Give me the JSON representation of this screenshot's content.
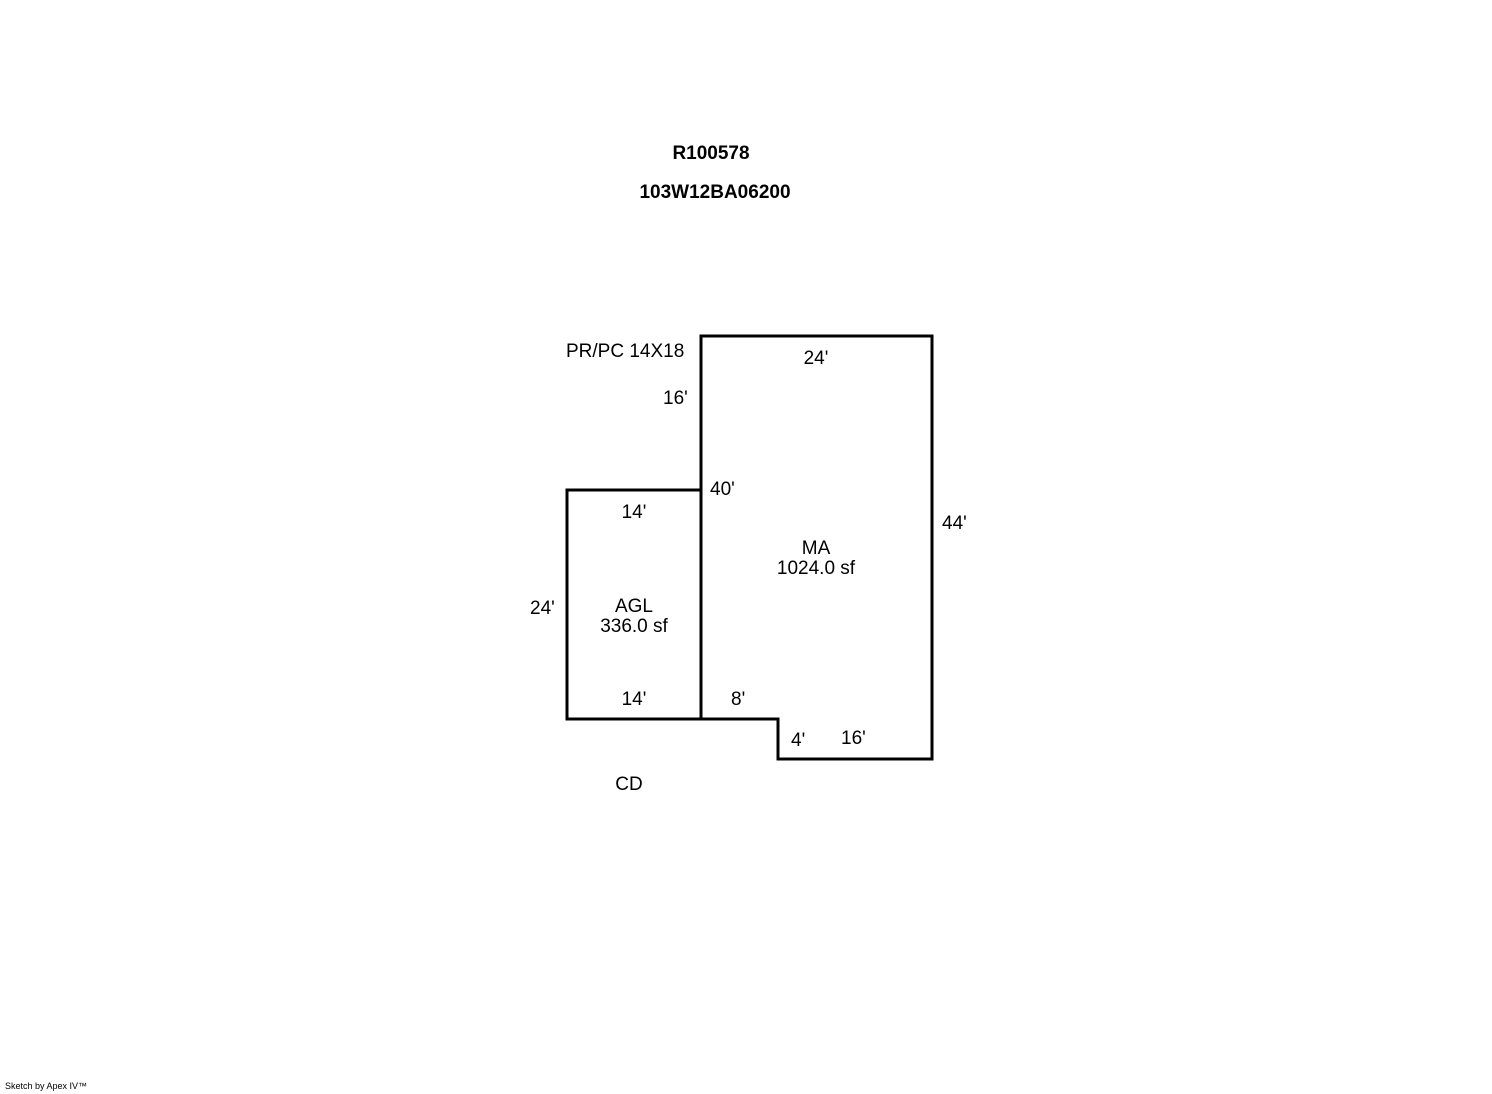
{
  "header": {
    "account_id": "R100578",
    "map_tax_lot": "103W12BA06200"
  },
  "areas": {
    "main": {
      "code": "MA",
      "area": "1024.0 sf"
    },
    "garage": {
      "code": "AGL",
      "area": "336.0 sf"
    }
  },
  "dimensions": {
    "ma_top": "24'",
    "ma_left_upper": "16'",
    "ma_left_lower": "40'",
    "ma_right": "44'",
    "ma_bottom_right": "16'",
    "ma_step_vertical": "4'",
    "ma_step_horizontal": "8'",
    "agl_top": "14'",
    "agl_left": "24'",
    "agl_bottom": "14'"
  },
  "labels": {
    "porch": "PR/PC 14X18",
    "deck": "CD"
  },
  "footer": {
    "credit": "Sketch by Apex IV™"
  },
  "colors": {
    "line": "#000000",
    "background": "#ffffff"
  }
}
